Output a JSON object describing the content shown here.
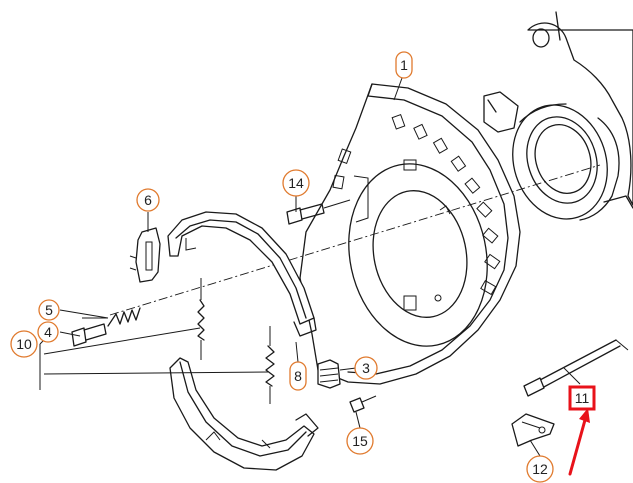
{
  "callouts": [
    {
      "id": "1",
      "label": "1"
    },
    {
      "id": "3",
      "label": "3"
    },
    {
      "id": "4",
      "label": "4"
    },
    {
      "id": "5",
      "label": "5"
    },
    {
      "id": "6",
      "label": "6"
    },
    {
      "id": "8",
      "label": "8"
    },
    {
      "id": "10",
      "label": "10"
    },
    {
      "id": "11",
      "label": "11"
    },
    {
      "id": "12",
      "label": "12"
    },
    {
      "id": "14",
      "label": "14"
    },
    {
      "id": "15",
      "label": "15"
    }
  ],
  "highlight": {
    "target": "11",
    "color": "#e8121a"
  },
  "colors": {
    "callout_ring": "#e07a2e",
    "line": "#1a1a1a"
  }
}
